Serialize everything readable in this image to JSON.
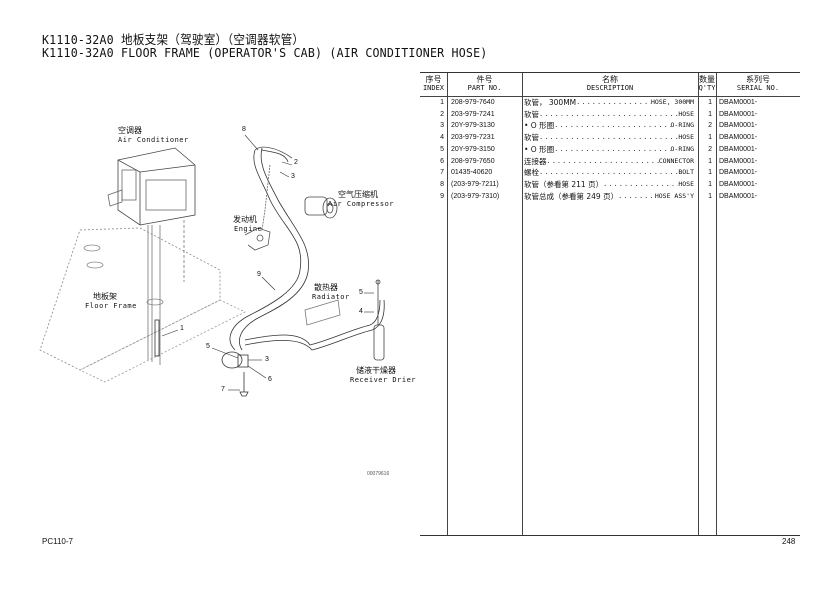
{
  "header": {
    "title_cn": "K1110-32A0 地板支架（驾驶室）（空调器软管）",
    "title_en": "K1110-32A0 FLOOR FRAME (OPERATOR'S CAB) (AIR CONDITIONER HOSE)"
  },
  "diagram": {
    "labels": {
      "air_conditioner_cn": "空调器",
      "air_conditioner_en": "Air Conditioner",
      "air_compressor_cn": "空气压缩机",
      "air_compressor_en": "Air Compressor",
      "engine_cn": "发动机",
      "engine_en": "Engine",
      "radiator_cn": "散热器",
      "radiator_en": "Radiator",
      "floor_frame_cn": "地板架",
      "floor_frame_en": "Floor Frame",
      "receiver_drier_cn": "储液干燥器",
      "receiver_drier_en": "Receiver Drier"
    },
    "callouts": [
      "8",
      "2",
      "3",
      "9",
      "5",
      "4",
      "1",
      "5",
      "3",
      "6",
      "7"
    ],
    "figure_code": "00079616"
  },
  "table": {
    "headers": {
      "index_cn": "序号",
      "index_en": "INDEX",
      "part_cn": "件号",
      "part_en": "PART NO.",
      "desc_cn": "名称",
      "desc_en": "DESCRIPTION",
      "qty_cn": "数量",
      "qty_en": "Q'TY",
      "serial_cn": "系列号",
      "serial_en": "SERIAL NO."
    },
    "rows": [
      {
        "index": "1",
        "part": "208-979-7640",
        "desc_cn": "软管， 300MM",
        "desc_en": "HOSE, 300MM",
        "qty": "1",
        "serial": "DBAM0001-"
      },
      {
        "index": "2",
        "part": "203-979-7241",
        "desc_cn": "软管",
        "desc_en": "HOSE",
        "qty": "1",
        "serial": "DBAM0001-"
      },
      {
        "index": "3",
        "part": "20Y-979-3130",
        "desc_cn": "• O 形圈",
        "desc_en": "O-RING",
        "qty": "2",
        "serial": "DBAM0001-"
      },
      {
        "index": "4",
        "part": "203-979-7231",
        "desc_cn": "软管",
        "desc_en": "HOSE",
        "qty": "1",
        "serial": "DBAM0001-"
      },
      {
        "index": "5",
        "part": "20Y-979-3150",
        "desc_cn": "• O 形圈",
        "desc_en": "O-RING",
        "qty": "2",
        "serial": "DBAM0001-"
      },
      {
        "index": "6",
        "part": "208-979-7650",
        "desc_cn": "连接器",
        "desc_en": "CONNECTOR",
        "qty": "1",
        "serial": "DBAM0001-"
      },
      {
        "index": "7",
        "part": "01435-40620",
        "desc_cn": "螺栓",
        "desc_en": "BOLT",
        "qty": "1",
        "serial": "DBAM0001-"
      },
      {
        "index": "8",
        "part": "(203-979-7211)",
        "desc_cn": "软管（参看第 211 页）",
        "desc_en": "HOSE",
        "qty": "1",
        "serial": "DBAM0001-"
      },
      {
        "index": "9",
        "part": "(203-979-7310)",
        "desc_cn": "软管总成（参看第 249 页）",
        "desc_en": "HOSE ASS'Y",
        "qty": "1",
        "serial": "DBAM0001-"
      }
    ]
  },
  "footer": {
    "model": "PC110-7",
    "page": "248"
  }
}
